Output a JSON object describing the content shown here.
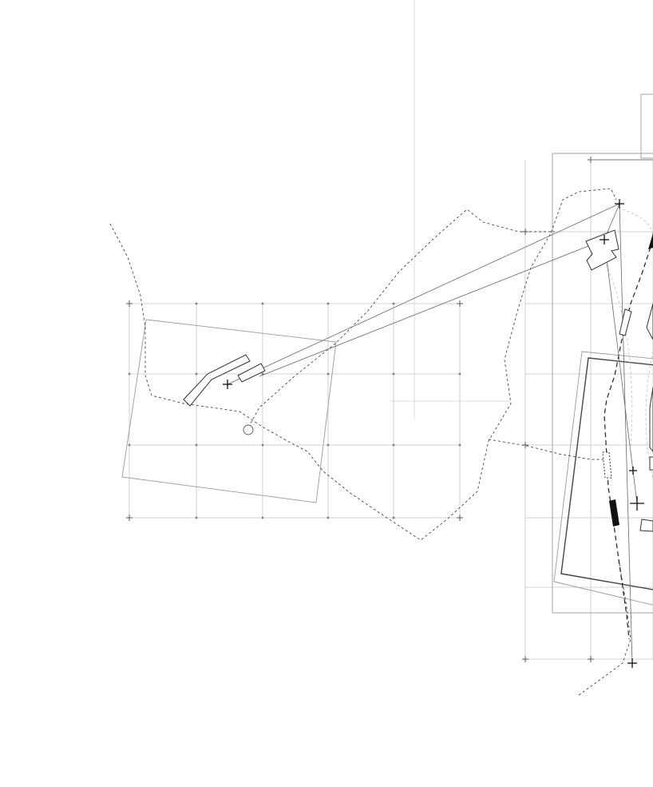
{
  "drawing": {
    "colors": {
      "background": "#ffffff",
      "grid": "#bdbdbd",
      "line": "#555555",
      "ink": "#222222"
    },
    "icons": [
      "crosshair-marker",
      "arrow-head",
      "solid-block"
    ]
  }
}
